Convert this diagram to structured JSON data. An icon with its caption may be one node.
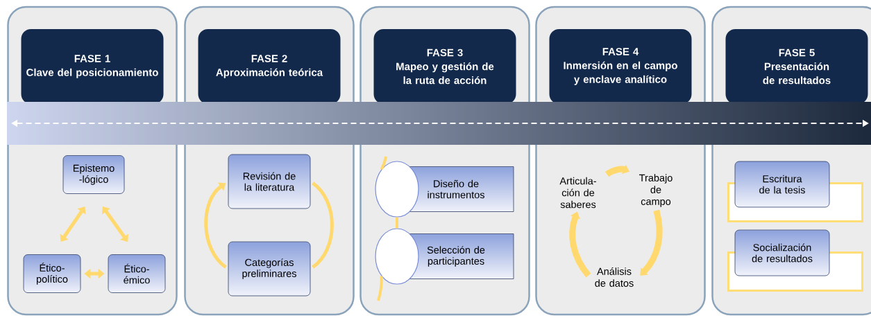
{
  "diagram": {
    "nodes": [
      {
        "text": [],
        "shape": "box"
      },
      {
        "text": [
          "FASE 1",
          "Clave del posicionamiento"
        ],
        "in": 0
      },
      {
        "text": [
          "Epistemo -lógico"
        ],
        "in": 0
      },
      {
        "text": [
          "Ético- político"
        ],
        "in": 0
      },
      {
        "text": [
          "Ético- émico"
        ],
        "in": 0
      },
      {
        "text": [],
        "shape": "box"
      },
      {
        "text": [
          "FASE 2",
          "Aproximación teórica"
        ],
        "in": 5
      },
      {
        "text": [
          "Revisión de la literatura"
        ],
        "in": 5
      },
      {
        "text": [
          "Categorías preliminares"
        ],
        "in": 5
      },
      {
        "text": [],
        "shape": "box"
      },
      {
        "text": [
          "FASE 3",
          "Mapeo y gestión de la ruta de acción"
        ],
        "in": 9
      },
      {
        "text": [],
        "shape": "circle",
        "in": 9
      },
      {
        "text": [
          "Diseño de instrumentos"
        ],
        "in": 9
      },
      {
        "text": [],
        "shape": "circle",
        "in": 9
      },
      {
        "text": [
          "Selección de participantes"
        ],
        "in": 9
      },
      {
        "text": [],
        "shape": "box"
      },
      {
        "text": [
          "FASE 4",
          "Inmersión en el campo y enclave analítico"
        ],
        "in": 15
      },
      {
        "text": [
          "Trabajo de campo"
        ],
        "in": 15
      },
      {
        "text": [
          "Análisis de datos"
        ],
        "in": 15
      },
      {
        "text": [
          "Articula- ción de saberes"
        ],
        "in": 15
      },
      {
        "text": [],
        "shape": "box"
      },
      {
        "text": [
          "FASE 5",
          "Presentación de resultados"
        ],
        "in": 20
      },
      {
        "text": [],
        "shape": "box",
        "in": 20
      },
      {
        "text": [
          "Escritura de la tesis"
        ],
        "in": 20
      },
      {
        "text": [],
        "shape": "box",
        "in": 20
      },
      {
        "text": [
          "Socialización de resultados"
        ],
        "in": 20
      }
    ],
    "edges": [
      {
        "from": 2,
        "to": 3,
        "arrow": "both"
      },
      {
        "from": 2,
        "to": 4,
        "arrow": "both"
      },
      {
        "from": 3,
        "to": 4,
        "arrow": "both"
      },
      {
        "from": 8,
        "to": 7,
        "arrow": "to"
      },
      {
        "from": 7,
        "to": 8,
        "arrow": "none"
      },
      {
        "from": null,
        "to": 11,
        "arrow": "none"
      },
      {
        "from": 11,
        "to": 13,
        "arrow": "none"
      },
      {
        "from": 13,
        "to": null,
        "arrow": "none"
      },
      {
        "from": 19,
        "to": 17,
        "arrow": "to",
        "style": "thick"
      },
      {
        "from": 17,
        "to": 18,
        "arrow": "to",
        "style": "thick"
      },
      {
        "from": 18,
        "to": 19,
        "arrow": "to",
        "style": "thick"
      }
    ]
  }
}
